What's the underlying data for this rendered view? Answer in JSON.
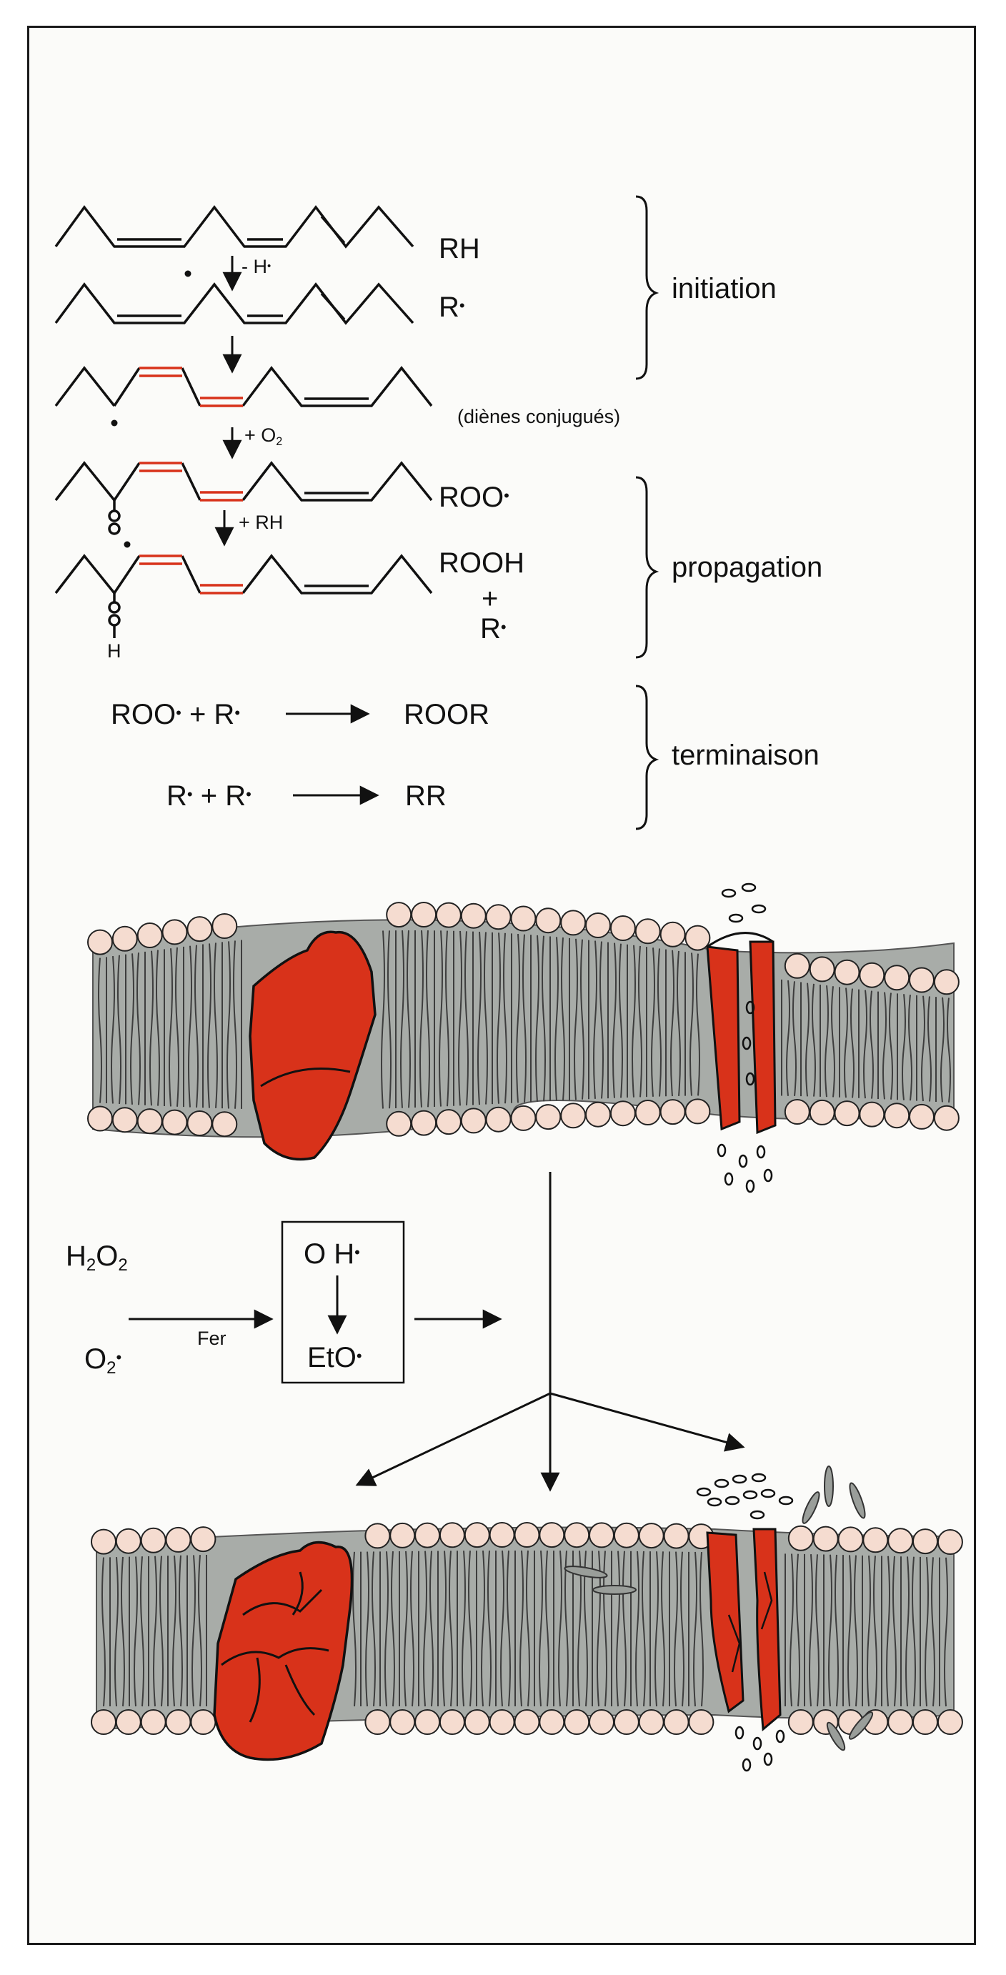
{
  "colors": {
    "accent_red": "#d8321a",
    "membrane_core": "#a8aca8",
    "head_fill": "#f5dcd0",
    "line": "#111111"
  },
  "species": {
    "rh": "RH",
    "r_radical": "R",
    "roo": "ROO",
    "rooh": "ROOH",
    "plus": "+",
    "r_second": "R",
    "roor": "ROOR",
    "rr": "RR"
  },
  "reagents": {
    "minus_h": "- H",
    "plus_o2": "+ O",
    "o2_sub": "2",
    "plus_rh": "+ RH",
    "h_atom": "H"
  },
  "conjugated_note": "(diènes conjugués)",
  "stages": {
    "initiation": "initiation",
    "propagation": "propagation",
    "termination": "terminaison"
  },
  "termination_equations": {
    "eq1_left": "ROO",
    "eq1_mid": "+ R",
    "eq2_left": "R",
    "eq2_mid": "+ R"
  },
  "ros": {
    "h2o2": "H",
    "h2o2_sub1": "2",
    "h2o2_o": "O",
    "h2o2_sub2": "2",
    "superoxide": "O",
    "superoxide_sub": "2",
    "superoxide_charge": "•",
    "catalyst": "Fer",
    "hydroxyl": "O H",
    "alkoxyl": "EtO",
    "radical_dot": "•"
  }
}
